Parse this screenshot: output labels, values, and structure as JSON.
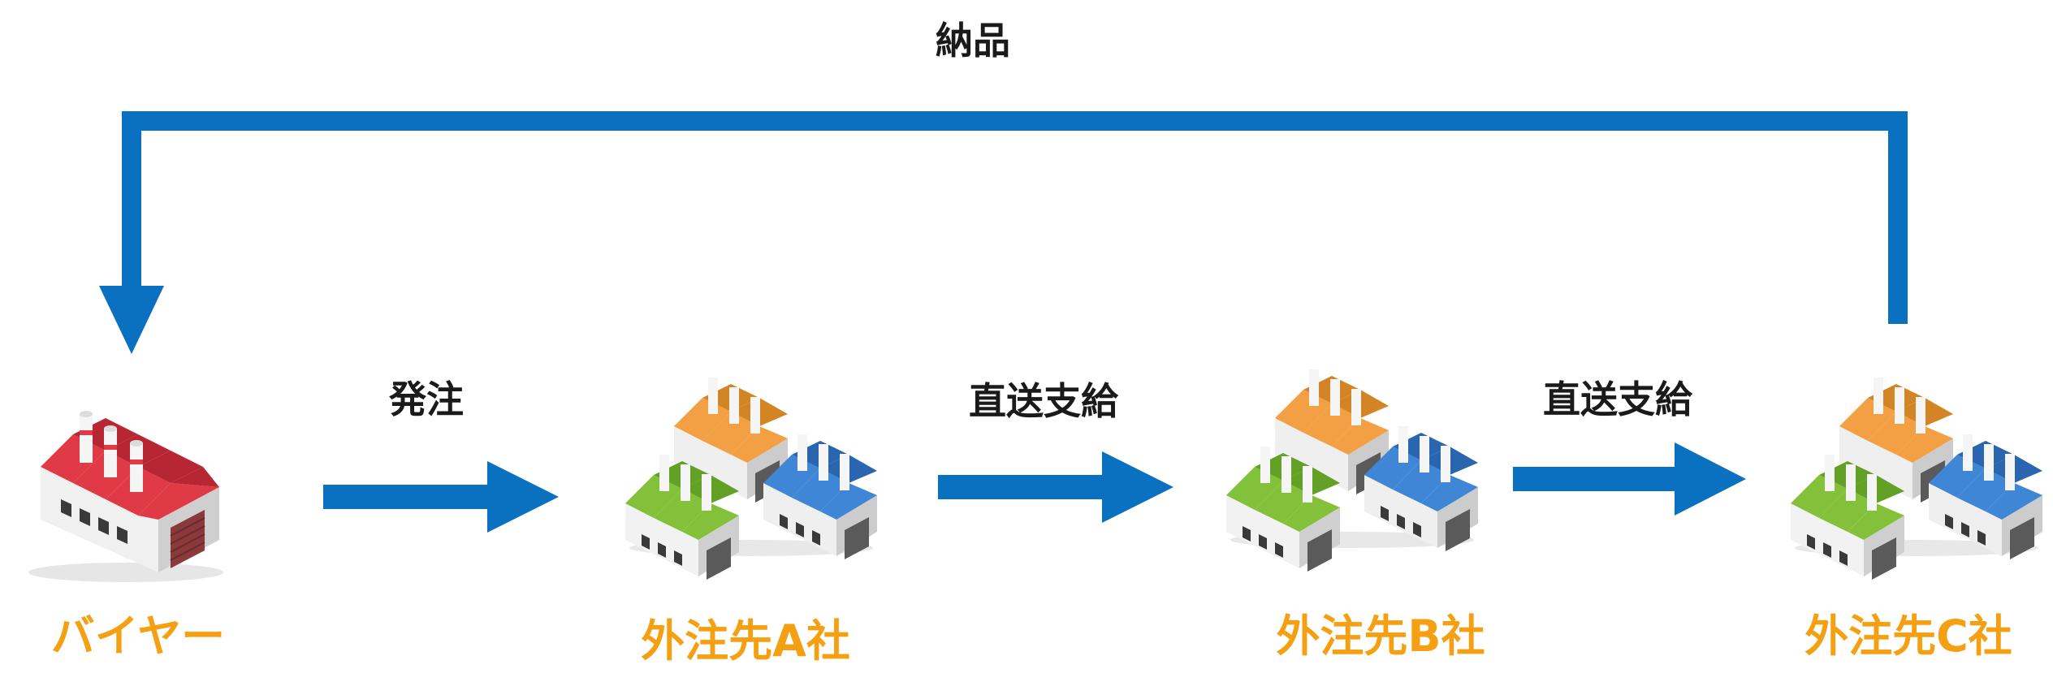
{
  "colors": {
    "arrow": "#0a70c0",
    "label_text": "#1a1a1a",
    "node_text": "#f5a012",
    "roof_red": "#e03a46",
    "roof_orange": "#f2a043",
    "roof_green": "#83c13b",
    "roof_blue": "#3f86d6"
  },
  "nodes": {
    "buyer": {
      "label": "バイヤー",
      "icon": "factory-icon"
    },
    "supplier_a": {
      "label": "外注先A社",
      "icon": "factory-cluster-icon"
    },
    "supplier_b": {
      "label": "外注先B社",
      "icon": "factory-cluster-icon"
    },
    "supplier_c": {
      "label": "外注先C社",
      "icon": "factory-cluster-icon"
    }
  },
  "edges": {
    "order": {
      "label": "発注"
    },
    "direct_supply_1": {
      "label": "直送支給"
    },
    "direct_supply_2": {
      "label": "直送支給"
    },
    "delivery": {
      "label": "納品"
    }
  }
}
